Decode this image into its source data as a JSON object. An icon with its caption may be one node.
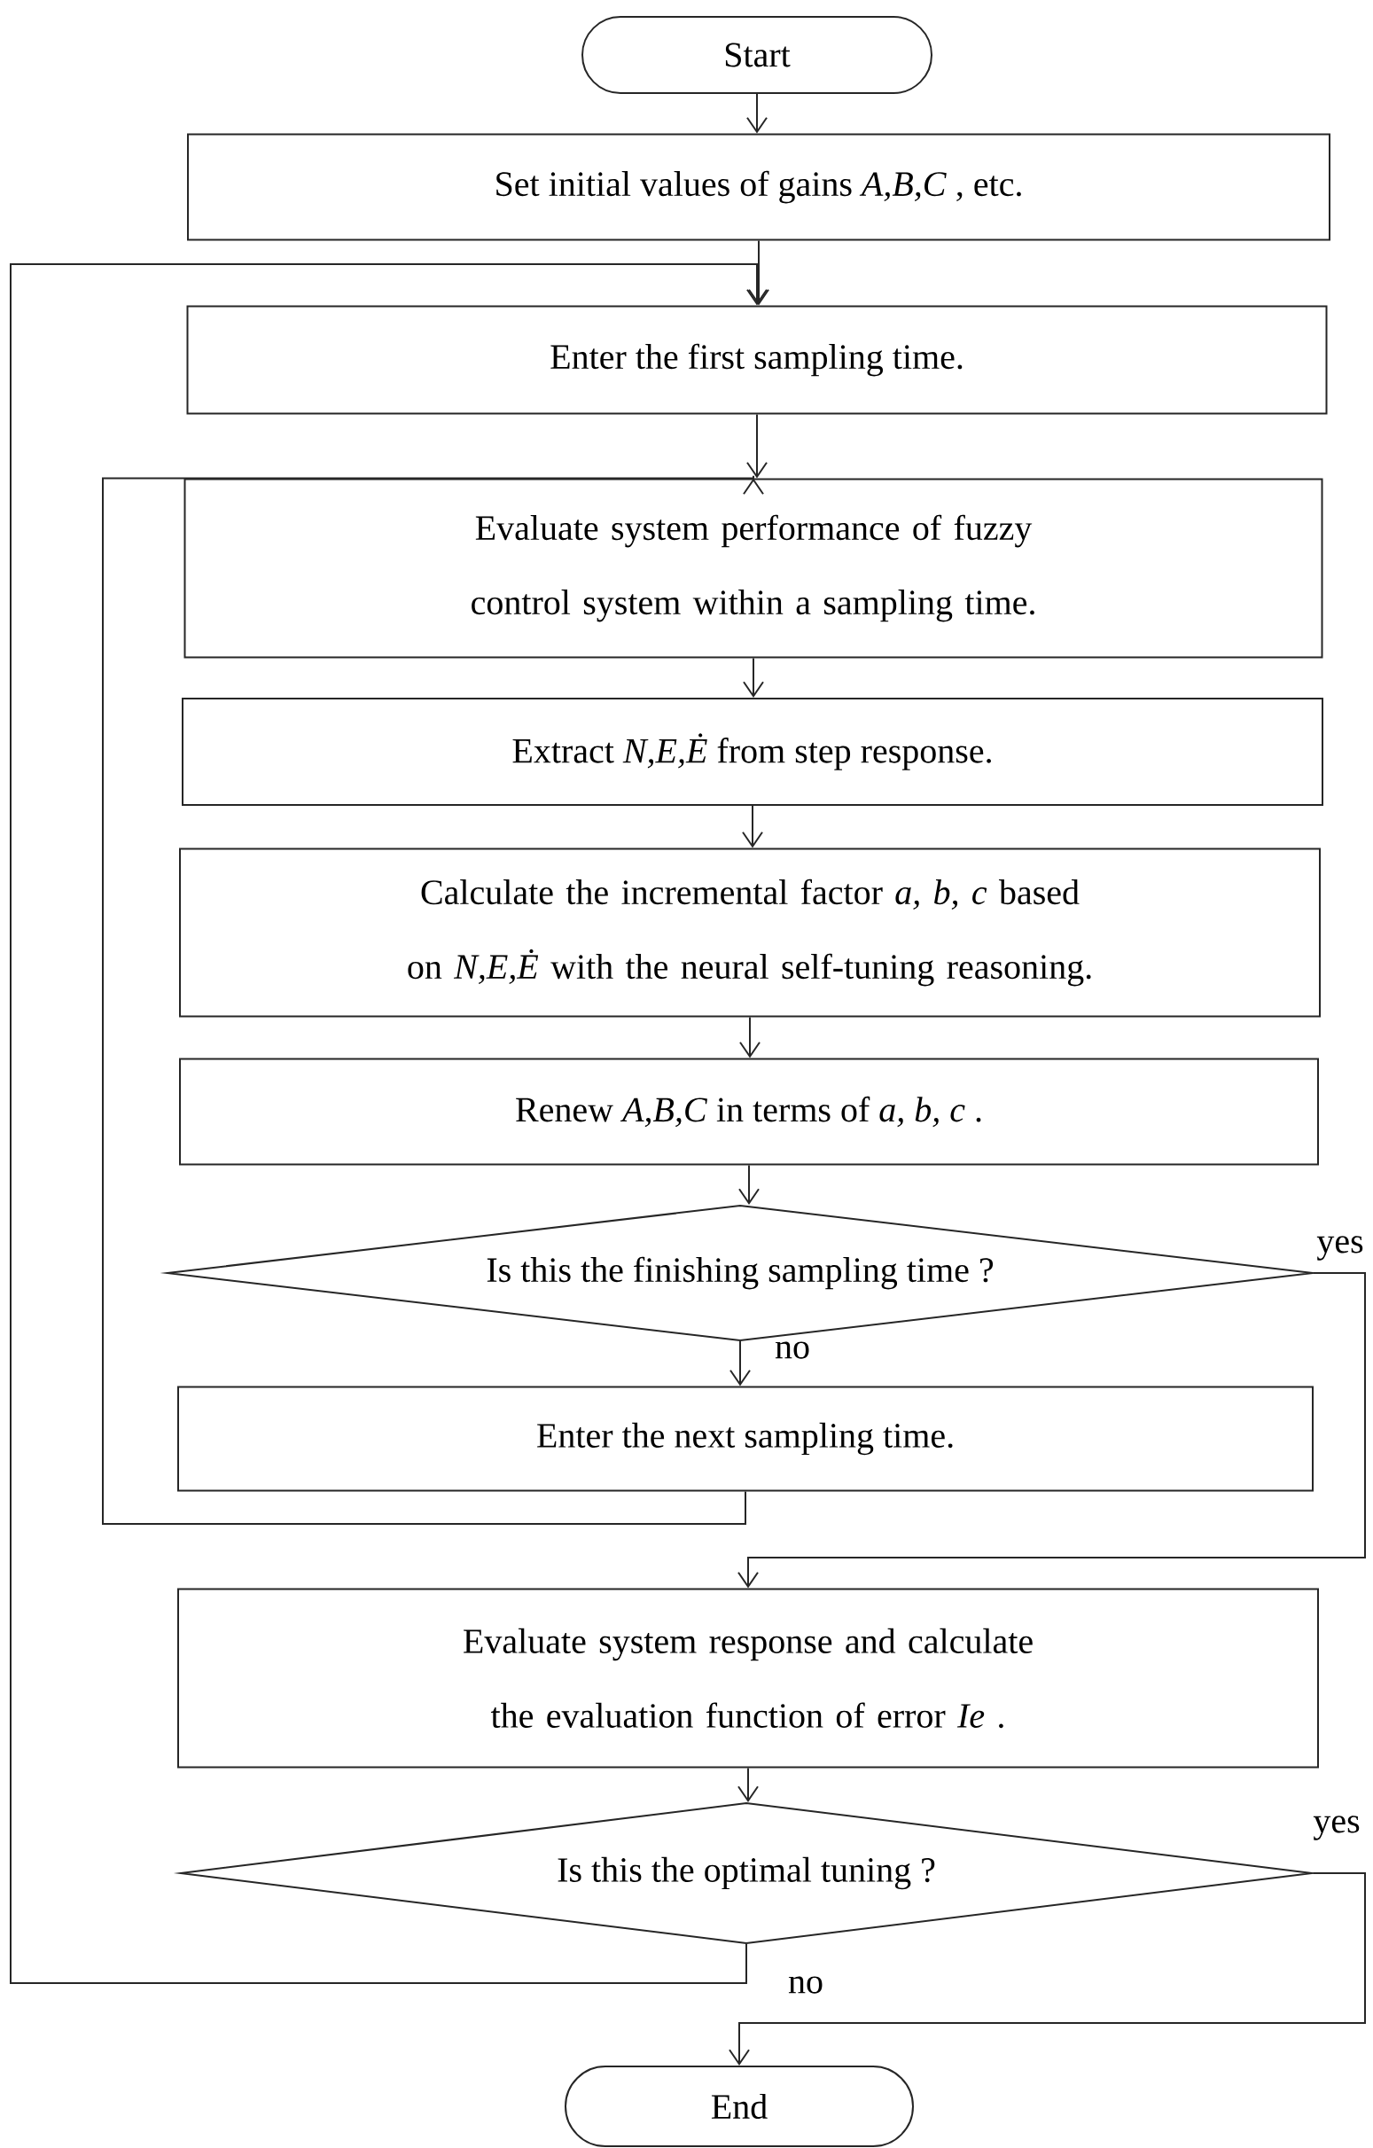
{
  "diagram": {
    "nodes": [
      {
        "text": [
          "Start"
        ]
      },
      {
        "text": [
          "Set initial values of gains *A,B,C* , etc."
        ]
      },
      {
        "text": [
          "Enter the first sampling time."
        ]
      },
      {
        "text": [
          "Evaluate system performance of fuzzy control system within a sampling time."
        ]
      },
      {
        "text": [
          "Extract *N,E,Ė* from step response."
        ]
      },
      {
        "text": [
          "Calculate the incremental factor *a, b, c* based on *N,E,Ė* with the neural self-tuning reasoning."
        ]
      },
      {
        "text": [
          "Renew *A,B,C* in terms of *a, b, c* ."
        ]
      },
      {
        "text": [
          "Is this the finishing sampling time ?"
        ]
      },
      {
        "text": [
          "Enter the next sampling time."
        ]
      },
      {
        "text": [
          "Evaluate system response and calculate the evaluation function of error *Ie* ."
        ]
      },
      {
        "text": [
          "Is this the optimal tuning ?"
        ]
      },
      {
        "text": [
          "End"
        ]
      }
    ],
    "edges": [
      {
        "from": 0,
        "to": 1,
        "arrow": "to"
      },
      {
        "from": 1,
        "to": 2,
        "arrow": "to"
      },
      {
        "from": 2,
        "to": 3,
        "arrow": "to"
      },
      {
        "from": 3,
        "to": 4,
        "arrow": "to"
      },
      {
        "from": 4,
        "to": 5,
        "arrow": "to"
      },
      {
        "from": 5,
        "to": 6,
        "arrow": "to"
      },
      {
        "from": 6,
        "to": 7,
        "arrow": "to"
      },
      {
        "from": 7,
        "to": 8,
        "arrow": "to",
        "label": "no"
      },
      {
        "from": 8,
        "to": 3,
        "arrow": "to"
      },
      {
        "from": 7,
        "to": 9,
        "arrow": "to",
        "label": "yes"
      },
      {
        "from": 9,
        "to": 10,
        "arrow": "to"
      },
      {
        "from": 10,
        "to": 2,
        "arrow": "to",
        "label": "no"
      },
      {
        "from": 10,
        "to": 11,
        "arrow": "to",
        "label": "yes"
      }
    ]
  }
}
